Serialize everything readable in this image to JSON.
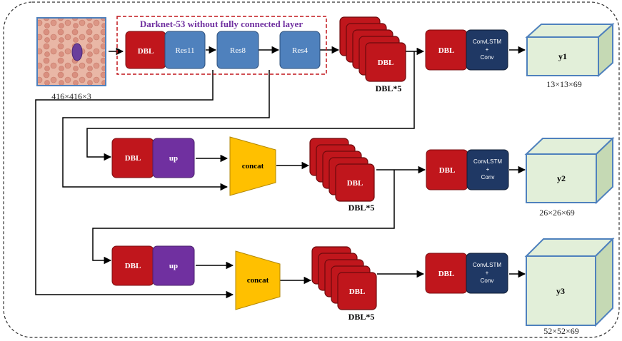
{
  "input": {
    "dims": "416×416×3",
    "image_icon": "blood-smear-image"
  },
  "backbone": {
    "title": "Darknet-53 without fully connected layer",
    "blocks": [
      "DBL",
      "Res11",
      "Res8",
      "Res4"
    ]
  },
  "branches": [
    {
      "stack_label": "DBL*5",
      "stack_text": "DBL",
      "dbl": "DBL",
      "conv_line1": "ConvLSTM",
      "conv_line2": "+",
      "conv_line3": "Conv",
      "output": "y1",
      "output_dims": "13×13×69"
    },
    {
      "stack_label": "DBL*5",
      "stack_text": "DBL",
      "dbl": "DBL",
      "conv_line1": "ConvLSTM",
      "conv_line2": "+",
      "conv_line3": "Conv",
      "output": "y2",
      "output_dims": "26×26×69"
    },
    {
      "stack_label": "DBL*5",
      "stack_text": "DBL",
      "dbl": "DBL",
      "conv_line1": "ConvLSTM",
      "conv_line2": "+",
      "conv_line3": "Conv",
      "output": "y3",
      "output_dims": "52×52×69"
    }
  ],
  "upsample_rows": [
    {
      "dbl": "DBL",
      "up": "up",
      "concat": "concat"
    },
    {
      "dbl": "DBL",
      "up": "up",
      "concat": "concat"
    }
  ],
  "colors": {
    "dbl": "#c0161c",
    "res": "#4f81bd",
    "up": "#7030a0",
    "concat": "#ffc000",
    "convlstm": "#1f3864",
    "cube_front": "#e2efd9",
    "cube_side": "#c5d9b4",
    "dashed_title": "#7030a0",
    "dashed_border": "#c0161c"
  }
}
